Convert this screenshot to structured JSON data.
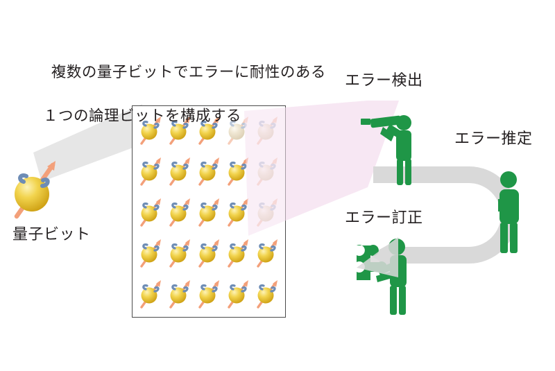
{
  "figure": {
    "title_lines": [
      "複数の量子ビットでエラーに耐性のある",
      "１つの論理ビットを構成する"
    ],
    "background_color": "#ffffff"
  },
  "labels": {
    "qubit": "量子ビット",
    "error_detection": "エラー検出",
    "error_estimation": "エラー推定",
    "error_correction": "エラー訂正"
  },
  "colors": {
    "text": "#231f20",
    "qubit_sphere": "#e8c33a",
    "qubit_sphere_faded": "#ece3cf",
    "qubit_arrow": "#f08b5b",
    "qubit_spin": "#6d8cb5",
    "green_figure": "#1f9647",
    "flow_arrow": "#d9d9d9",
    "beam_gray": "#e6e6e6",
    "beam_pink": "#f9eef5",
    "lattice_border": "#4a4a4a"
  },
  "lattice": {
    "rows": 5,
    "cols": 5,
    "total_qubits": 25,
    "faded_cells": [
      "r1c4",
      "r1c5",
      "r2c5",
      "r3c5"
    ],
    "states": [
      [
        "normal",
        "normal",
        "normal",
        "faded",
        "faded"
      ],
      [
        "normal",
        "normal",
        "normal",
        "normal",
        "faded"
      ],
      [
        "normal",
        "normal",
        "normal",
        "normal",
        "faded"
      ],
      [
        "normal",
        "normal",
        "normal",
        "normal",
        "normal"
      ],
      [
        "normal",
        "normal",
        "normal",
        "normal",
        "normal"
      ]
    ]
  },
  "icons": {
    "single_qubit": "qubit-spin-icon",
    "lattice_qubit": "qubit-spin-icon",
    "detection_figure": "person-telescope-icon",
    "estimation_figure": "person-thinking-icon",
    "correction_figure": "person-puzzle-icon",
    "zoom_beam": "magnify-beam-shape",
    "detection_beam": "detection-beam-shape",
    "flow": "u-turn-arrow-shape"
  }
}
